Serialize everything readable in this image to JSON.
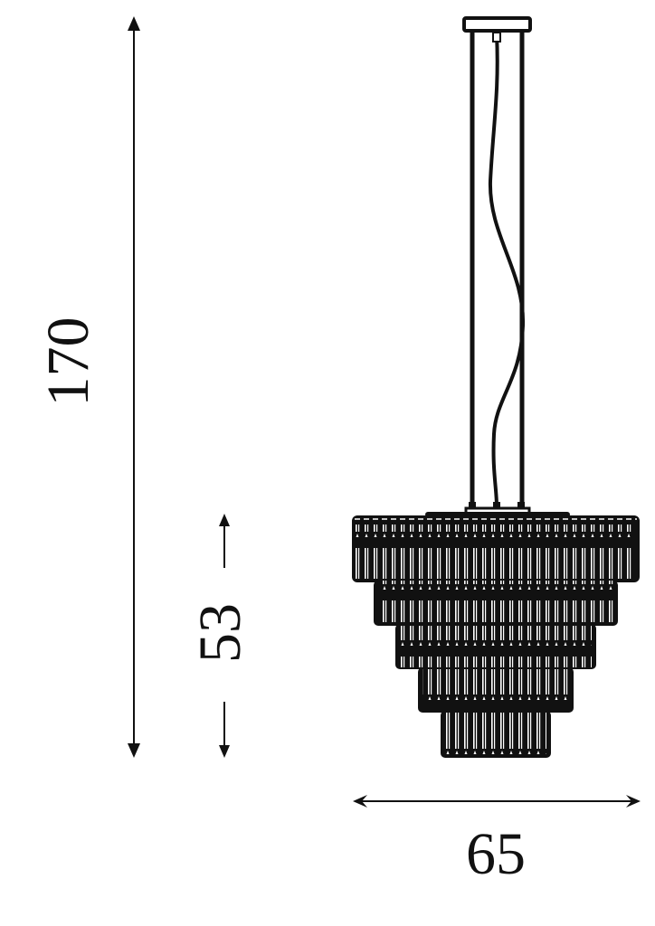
{
  "diagram": {
    "title": "Tiered chandelier dimension drawing",
    "colors": {
      "line": "#111111",
      "background": "#ffffff"
    },
    "dimensions": {
      "overall_height": {
        "value": "170",
        "orientation": "vertical"
      },
      "body_height": {
        "value": "53",
        "orientation": "vertical"
      },
      "width": {
        "value": "65",
        "orientation": "horizontal"
      }
    },
    "fixture": {
      "parts": [
        "ceiling-canopy",
        "suspension-rods",
        "power-cable",
        "top-plate",
        "tier-1",
        "tier-2",
        "tier-3",
        "tier-4",
        "tier-5"
      ],
      "tiers": 5
    }
  }
}
